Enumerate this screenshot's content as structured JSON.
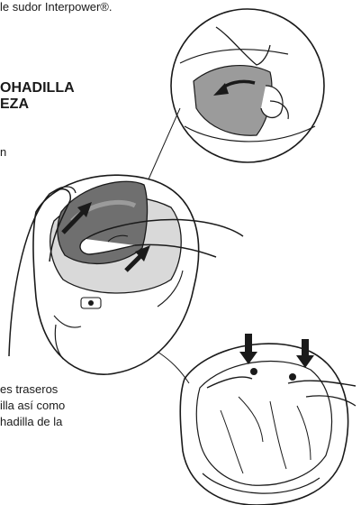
{
  "text": {
    "intro_line": "le sudor Interpower®.",
    "heading_line1": "OHADILLA",
    "heading_line2": "EZA",
    "fragment": "n",
    "bottom_lines": [
      "es traseros",
      "illa así como",
      "hadilla de la"
    ]
  },
  "colors": {
    "line": "#1a1a1a",
    "pad_gray": "#9b9b9b",
    "pad_dark": "#6f6f6f",
    "liner_gray": "#cfcfcf"
  }
}
